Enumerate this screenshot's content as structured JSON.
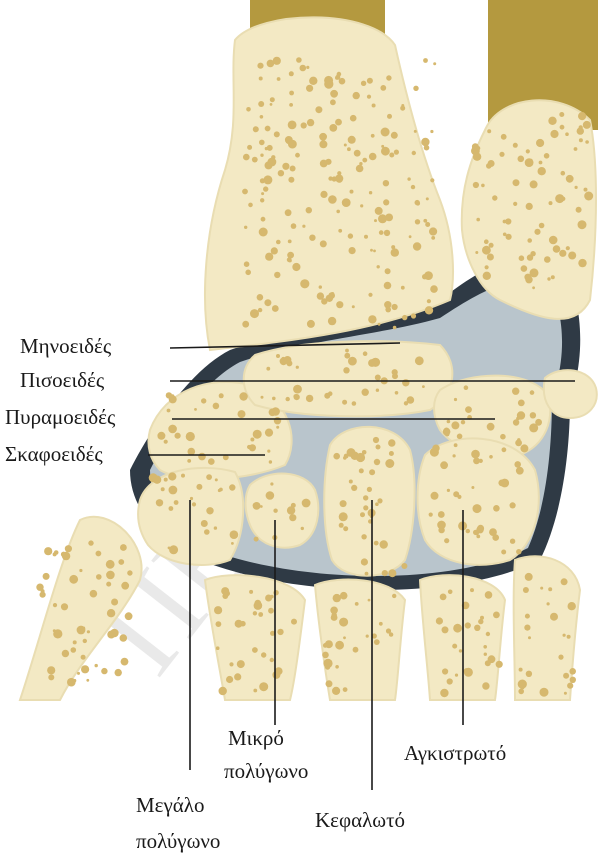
{
  "watermark": "ΠΕΡΡ",
  "labels": {
    "lunate": "Μηνοειδές",
    "pisiform": "Πισοειδές",
    "triquetrum": "Πυραμοειδές",
    "scaphoid": "Σκαφοειδές",
    "trapezoid_line1": "Μικρό",
    "trapezoid_line2": "πολύγωνο",
    "hamate": "Αγκιστρωτό",
    "trapezium_line1": "Μεγάλο",
    "trapezium_line2": "πολύγωνο",
    "capitate": "Κεφαλωτό"
  },
  "colors": {
    "bone": "#f3e9c4",
    "shaft": "#b4993f",
    "joint_space": "#2f3a45",
    "cartilage": "#b9c5cc",
    "pore": "#d6b86e"
  }
}
